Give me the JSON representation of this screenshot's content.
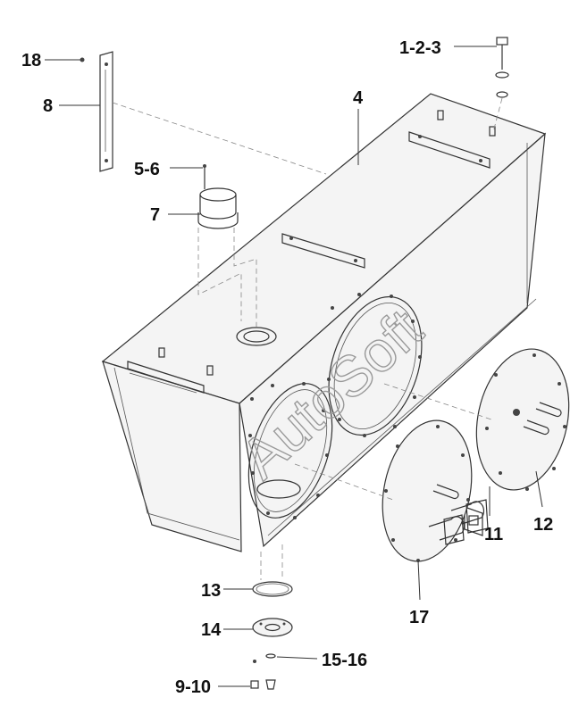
{
  "watermark": "AutoSoft",
  "callouts": {
    "c_1_2_3": "1-2-3",
    "c_4": "4",
    "c_5_6": "5-6",
    "c_7": "7",
    "c_8": "8",
    "c_9_10": "9-10",
    "c_11": "11",
    "c_12": "12",
    "c_13": "13",
    "c_14": "14",
    "c_15_16": "15-16",
    "c_17": "17",
    "c_18": "18"
  }
}
